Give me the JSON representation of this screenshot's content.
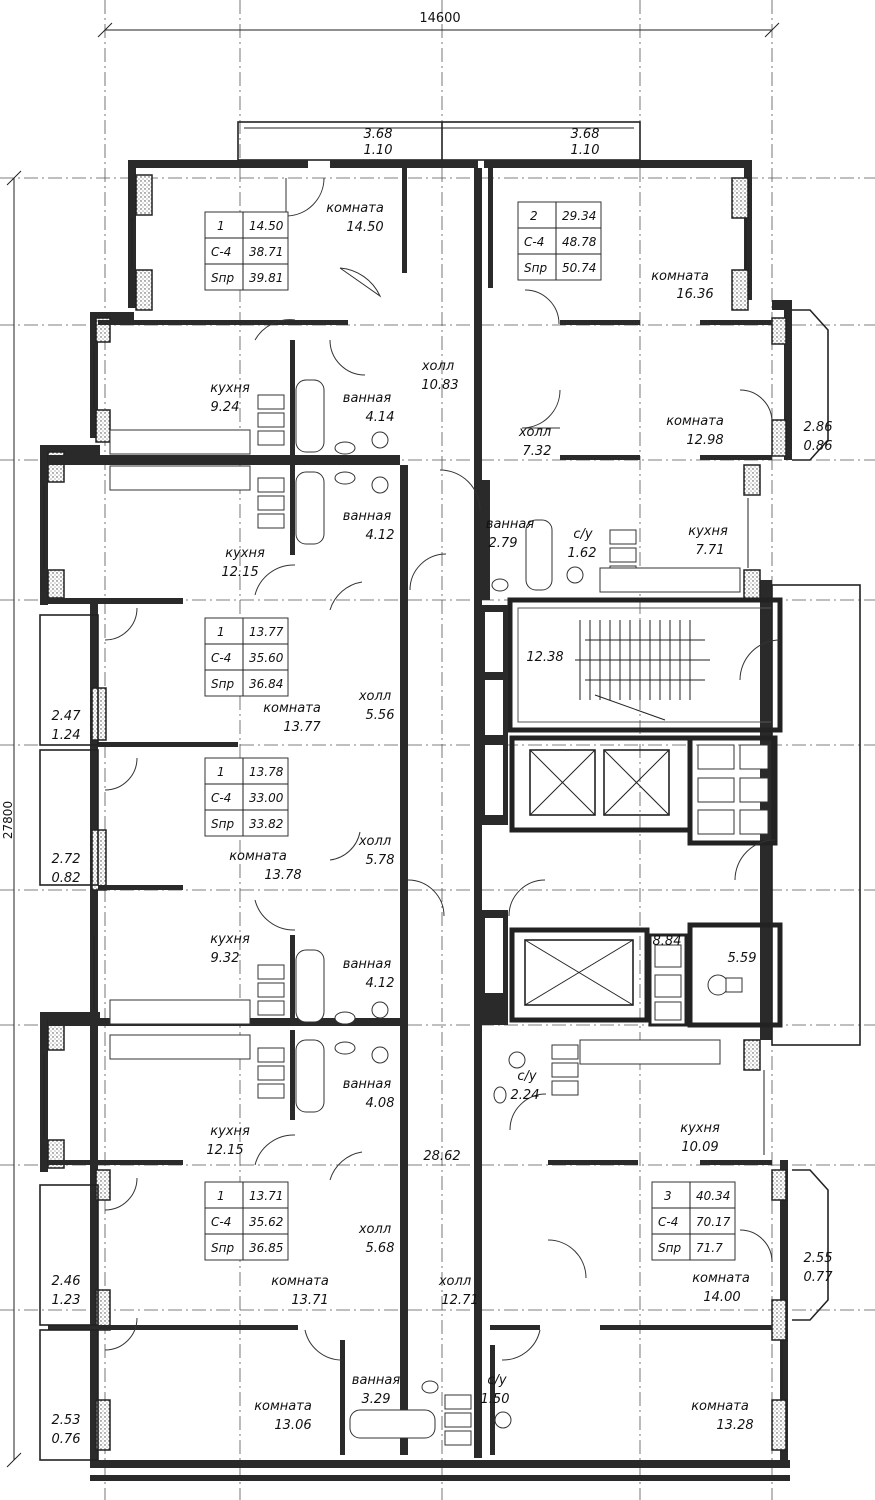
{
  "dimensions": {
    "width_total": "14600",
    "height_total": "27800"
  },
  "balconies_top": [
    {
      "area": "3.68",
      "coef": "1.10"
    },
    {
      "area": "3.68",
      "coef": "1.10"
    }
  ],
  "apartment_tables": [
    {
      "rooms": "1",
      "living": "14.50",
      "c4_label": "С-4",
      "c4": "38.71",
      "snp_label": "Sпр",
      "snp": "39.81"
    },
    {
      "rooms": "2",
      "living": "29.34",
      "c4_label": "С-4",
      "c4": "48.78",
      "snp_label": "Sпр",
      "snp": "50.74"
    },
    {
      "rooms": "1",
      "living": "13.77",
      "c4_label": "С-4",
      "c4": "35.60",
      "snp_label": "Sпр",
      "snp": "36.84"
    },
    {
      "rooms": "1",
      "living": "13.78",
      "c4_label": "С-4",
      "c4": "33.00",
      "snp_label": "Sпр",
      "snp": "33.82"
    },
    {
      "rooms": "1",
      "living": "13.71",
      "c4_label": "С-4",
      "c4": "35.62",
      "snp_label": "Sпр",
      "snp": "36.85"
    },
    {
      "rooms": "3",
      "living": "40.34",
      "c4_label": "С-4",
      "c4": "70.17",
      "snp_label": "Sпр",
      "snp": "71.7"
    }
  ],
  "rooms": [
    {
      "name": "комната",
      "area": "14.50"
    },
    {
      "name": "комната",
      "area": "16.36"
    },
    {
      "name": "кухня",
      "area": "9.24"
    },
    {
      "name": "ванная",
      "area": "4.14"
    },
    {
      "name": "холл",
      "area": "10.83"
    },
    {
      "name": "холл",
      "area": "7.32"
    },
    {
      "name": "комната",
      "area": "12.98"
    },
    {
      "name": "кухня",
      "area": "12.15"
    },
    {
      "name": "ванная",
      "area": "4.12"
    },
    {
      "name": "ванная",
      "area": "2.79"
    },
    {
      "name": "с/у",
      "area": "1.62"
    },
    {
      "name": "кухня",
      "area": "7.71"
    },
    {
      "name": "комната",
      "area": "13.77"
    },
    {
      "name": "холл",
      "area": "5.56"
    },
    {
      "name": "комната",
      "area": "13.78"
    },
    {
      "name": "холл",
      "area": "5.78"
    },
    {
      "name": "кухня",
      "area": "9.32"
    },
    {
      "name": "ванная",
      "area": "4.12"
    },
    {
      "name": "кухня",
      "area": "12.15"
    },
    {
      "name": "ванная",
      "area": "4.08"
    },
    {
      "name": "с/у",
      "area": "2.24"
    },
    {
      "name": "кухня",
      "area": "10.09"
    },
    {
      "name": "холл",
      "area": "5.68"
    },
    {
      "name": "комната",
      "area": "13.71"
    },
    {
      "name": "холл",
      "area": "12.71"
    },
    {
      "name": "комната",
      "area": "14.00"
    },
    {
      "name": "ванная",
      "area": "3.29"
    },
    {
      "name": "с/у",
      "area": "1.50"
    },
    {
      "name": "комната",
      "area": "13.06"
    },
    {
      "name": "комната",
      "area": "13.28"
    }
  ],
  "common_areas": [
    {
      "area": "12.38"
    },
    {
      "area": "8.84"
    },
    {
      "area": "5.59"
    },
    {
      "area": "28.62"
    }
  ],
  "loggias": [
    {
      "area": "2.86",
      "coef": "0.86"
    },
    {
      "area": "2.47",
      "coef": "1.24"
    },
    {
      "area": "2.72",
      "coef": "0.82"
    },
    {
      "area": "2.46",
      "coef": "1.23"
    },
    {
      "area": "2.55",
      "coef": "0.77"
    },
    {
      "area": "2.53",
      "coef": "0.76"
    }
  ]
}
